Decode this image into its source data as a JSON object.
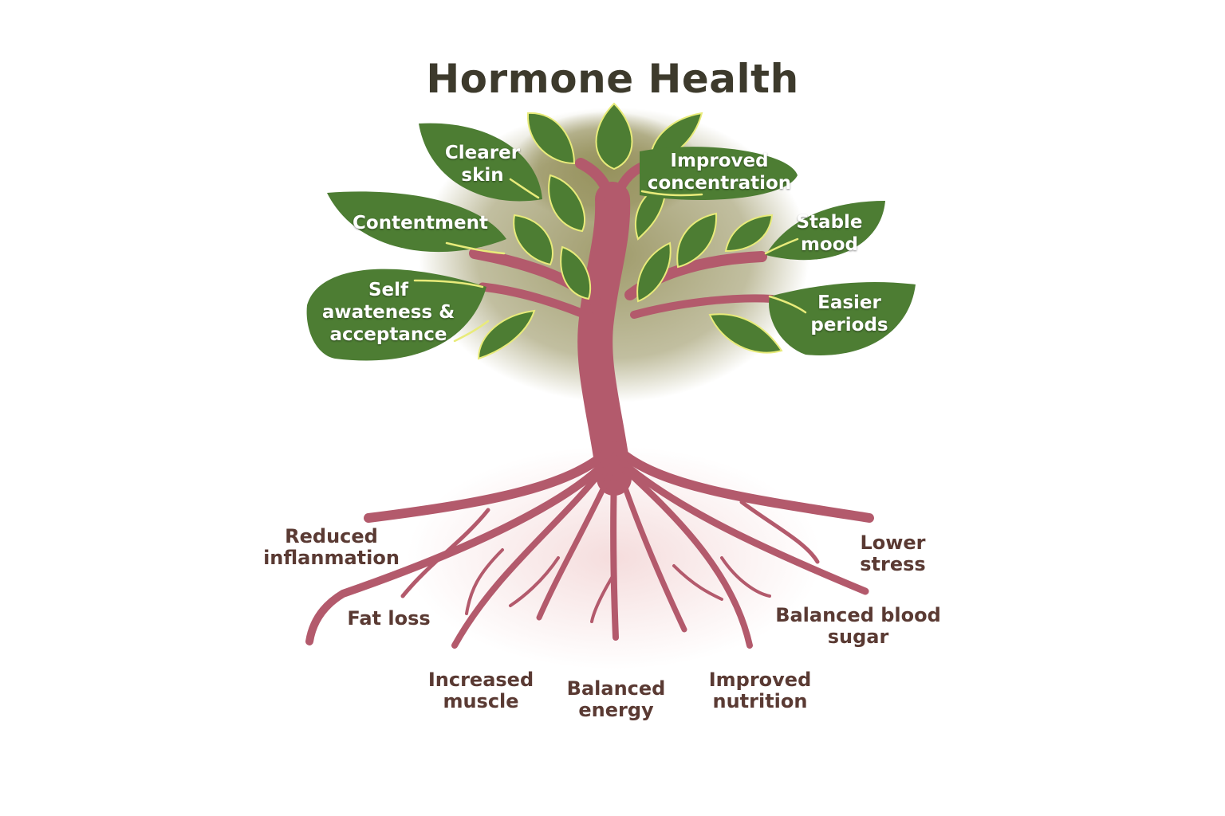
{
  "title": "Hormone Health",
  "colors": {
    "leaf": "#4d7d33",
    "leaf_vein": "#e8eb7a",
    "trunk": "#b35a6c",
    "canopy_haze": "#8f8a52",
    "root_glow": "#f4d9d9",
    "title": "#3d3a2c",
    "root_text": "#5a3a33"
  },
  "leaves": {
    "clearer_skin": [
      "Clearer",
      "skin"
    ],
    "improved_concentration": [
      "Improved",
      "concentration"
    ],
    "contentment": [
      "Contentment"
    ],
    "stable_mood": [
      "Stable",
      "mood"
    ],
    "self_awareness": [
      "Self",
      "awateness &",
      "acceptance"
    ],
    "easier_periods": [
      "Easier",
      "periods"
    ]
  },
  "roots": {
    "reduced_inflammation": [
      "Reduced",
      "inflanmation"
    ],
    "lower_stress": [
      "Lower",
      "stress"
    ],
    "fat_loss": [
      "Fat loss"
    ],
    "balanced_blood_sugar": [
      "Balanced blood",
      "sugar"
    ],
    "increased_muscle": [
      "Increased",
      "muscle"
    ],
    "balanced_energy": [
      "Balanced",
      "energy"
    ],
    "improved_nutrition": [
      "Improved",
      "nutrition"
    ]
  }
}
